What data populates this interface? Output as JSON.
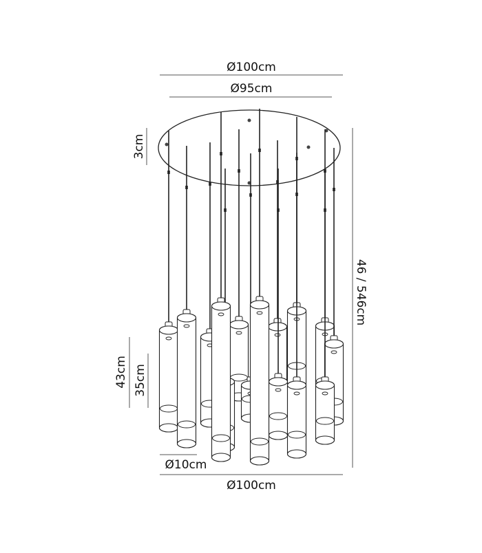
{
  "dimensions": {
    "top_outer_diameter": "Ø100cm",
    "canopy_diameter": "Ø95cm",
    "canopy_height": "3cm",
    "overall_drop": "46 / 546cm",
    "shade_total_height": "43cm",
    "shade_glass_height": "35cm",
    "shade_diameter": "Ø10cm",
    "bottom_outer_diameter": "Ø100cm"
  },
  "pendant_count": 15,
  "colors": {
    "line": "#222222",
    "dim_line": "#555555",
    "background": "#ffffff"
  }
}
